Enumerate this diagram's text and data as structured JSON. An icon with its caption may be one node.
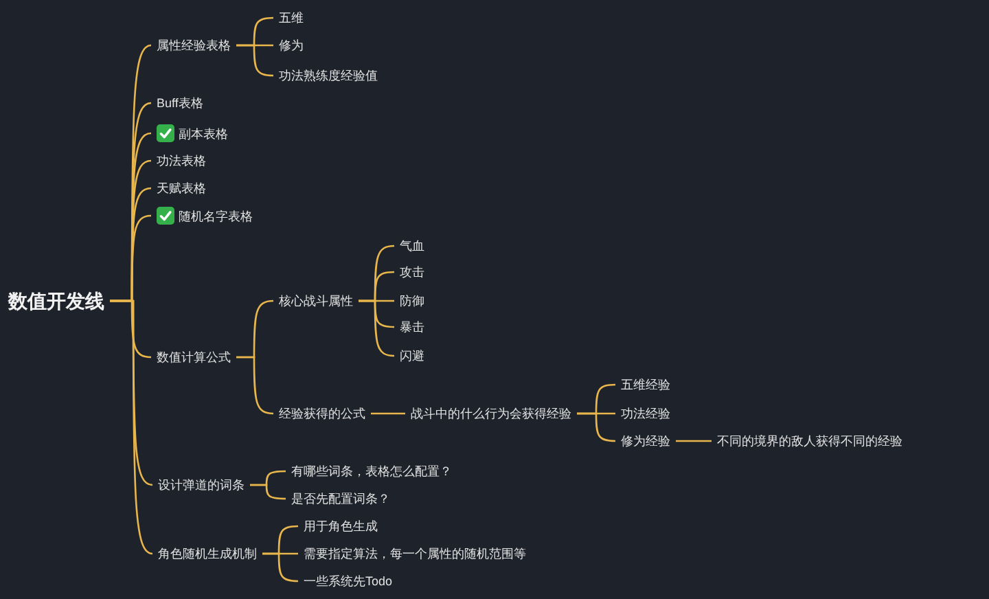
{
  "diagram": {
    "nodes": [
      {
        "text": [
          "数值开发线"
        ]
      },
      {
        "text": [
          "属性经验表格"
        ]
      },
      {
        "text": [
          "五维"
        ]
      },
      {
        "text": [
          "修为"
        ]
      },
      {
        "text": [
          "功法熟练度经验值"
        ]
      },
      {
        "text": [
          "Buff表格"
        ]
      },
      {
        "text": [
          "副本表格"
        ]
      },
      {
        "text": [
          "功法表格"
        ]
      },
      {
        "text": [
          "天赋表格"
        ]
      },
      {
        "text": [
          "随机名字表格"
        ]
      },
      {
        "text": [
          "数值计算公式"
        ]
      },
      {
        "text": [
          "核心战斗属性"
        ]
      },
      {
        "text": [
          "气血"
        ]
      },
      {
        "text": [
          "攻击"
        ]
      },
      {
        "text": [
          "防御"
        ]
      },
      {
        "text": [
          "暴击"
        ]
      },
      {
        "text": [
          "闪避"
        ]
      },
      {
        "text": [
          "经验获得的公式"
        ]
      },
      {
        "text": [
          "战斗中的什么行为会获得经验"
        ]
      },
      {
        "text": [
          "五维经验"
        ]
      },
      {
        "text": [
          "功法经验"
        ]
      },
      {
        "text": [
          "修为经验"
        ]
      },
      {
        "text": [
          "不同的境界的敌人获得不同的经验"
        ]
      },
      {
        "text": [
          "设计弹道的词条"
        ]
      },
      {
        "text": [
          "有哪些词条，表格怎么配置？"
        ]
      },
      {
        "text": [
          "是否先配置词条？"
        ]
      },
      {
        "text": [
          "角色随机生成机制"
        ]
      },
      {
        "text": [
          "用于角色生成"
        ]
      },
      {
        "text": [
          "需要指定算法，每一个属性的随机范围等"
        ]
      },
      {
        "text": [
          "一些系统先Todo"
        ]
      }
    ],
    "edges": [
      {
        "from": 0,
        "to": 1,
        "arrow": "none"
      },
      {
        "from": 1,
        "to": 2,
        "arrow": "none"
      },
      {
        "from": 1,
        "to": 3,
        "arrow": "none"
      },
      {
        "from": 1,
        "to": 4,
        "arrow": "none"
      },
      {
        "from": 0,
        "to": 5,
        "arrow": "none"
      },
      {
        "from": 0,
        "to": 6,
        "arrow": "none"
      },
      {
        "from": 0,
        "to": 7,
        "arrow": "none"
      },
      {
        "from": 0,
        "to": 8,
        "arrow": "none"
      },
      {
        "from": 0,
        "to": 9,
        "arrow": "none"
      },
      {
        "from": 0,
        "to": 10,
        "arrow": "none"
      },
      {
        "from": 10,
        "to": 11,
        "arrow": "none"
      },
      {
        "from": 11,
        "to": 12,
        "arrow": "none"
      },
      {
        "from": 11,
        "to": 13,
        "arrow": "none"
      },
      {
        "from": 11,
        "to": 14,
        "arrow": "none"
      },
      {
        "from": 11,
        "to": 15,
        "arrow": "none"
      },
      {
        "from": 11,
        "to": 16,
        "arrow": "none"
      },
      {
        "from": 10,
        "to": 17,
        "arrow": "none"
      },
      {
        "from": 17,
        "to": 18,
        "arrow": "none"
      },
      {
        "from": 18,
        "to": 19,
        "arrow": "none"
      },
      {
        "from": 18,
        "to": 20,
        "arrow": "none"
      },
      {
        "from": 18,
        "to": 21,
        "arrow": "none"
      },
      {
        "from": 21,
        "to": 22,
        "arrow": "none"
      },
      {
        "from": 0,
        "to": 23,
        "arrow": "none"
      },
      {
        "from": 23,
        "to": 24,
        "arrow": "none"
      },
      {
        "from": 23,
        "to": 25,
        "arrow": "none"
      },
      {
        "from": 0,
        "to": 26,
        "arrow": "none"
      },
      {
        "from": 26,
        "to": 27,
        "arrow": "none"
      },
      {
        "from": 26,
        "to": 28,
        "arrow": "none"
      },
      {
        "from": 26,
        "to": 29,
        "arrow": "none"
      }
    ]
  }
}
